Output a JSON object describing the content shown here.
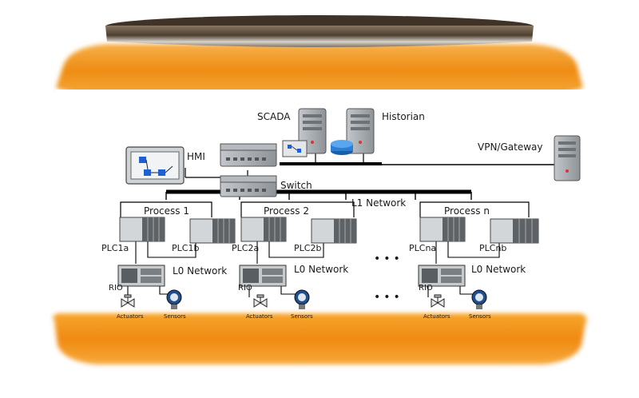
{
  "labels": {
    "scada": "SCADA",
    "historian": "Historian",
    "hmi": "HMI",
    "vpn": "VPN/Gateway",
    "switch": "Switch",
    "l1_network": "L1 Network",
    "process1": "Process 1",
    "process2": "Process 2",
    "processn": "Process n",
    "plc1a": "PLC1a",
    "plc1b": "PLC1b",
    "plc2a": "PLC2a",
    "plc2b": "PLC2b",
    "plcna": "PLCna",
    "plcnb": "PLCnb",
    "l0_network_1": "L0 Network",
    "l0_network_2": "L0 Network",
    "l0_network_n": "L0 Network",
    "rio_1": "RIO",
    "rio_2": "RIO",
    "rio_n": "RIO",
    "actuators_1": "Actuators",
    "actuators_2": "Actuators",
    "actuators_n": "Actuators",
    "sensors_1": "Sensors",
    "sensors_2": "Sensors",
    "sensors_n": "Sensors",
    "ellipsis_top": "•••",
    "ellipsis_bottom": "•••"
  },
  "colors": {
    "jar_orange": "#f39a1c",
    "jar_orange_dark": "#e07e0c",
    "lid_brown": "#6b5a45",
    "lid_silver": "#c9c2b6",
    "line": "#000000",
    "device_gray": "#9ea3a8",
    "disk_blue": "#2a7fd4"
  }
}
